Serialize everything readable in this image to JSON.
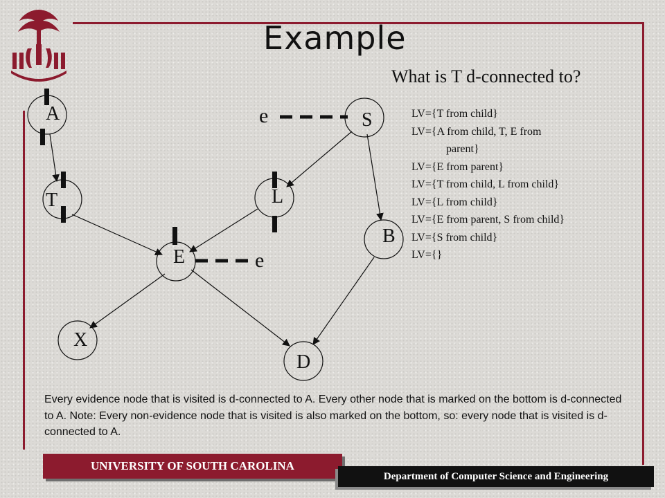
{
  "slide": {
    "title": "Example",
    "question": "What is T d-connected to?"
  },
  "lv_lines": [
    "LV={T from child}",
    "LV={A from child, T, E from",
    "parent}",
    "LV={E from parent}",
    "LV={T from child, L from child}",
    "LV={L from child}",
    "LV={E from parent, S from child}",
    "LV={S from child}",
    "LV={}"
  ],
  "graph": {
    "nodes": [
      "A",
      "T",
      "L",
      "S",
      "B",
      "E",
      "X",
      "D"
    ],
    "edges": [
      [
        "A",
        "T"
      ],
      [
        "T",
        "E"
      ],
      [
        "L",
        "E"
      ],
      [
        "S",
        "L"
      ],
      [
        "S",
        "B"
      ],
      [
        "E",
        "X"
      ],
      [
        "E",
        "D"
      ],
      [
        "B",
        "D"
      ]
    ],
    "evidence_label": "e",
    "evidence_nodes": [
      "S",
      "E"
    ]
  },
  "footnote": "Every evidence node that is visited is d-connected to A.  Every other node that is marked on the bottom is d-connected to A.  Note: Every non-evidence node that is visited is also marked on the bottom, so: every node that is visited is d-connected to A.",
  "footer": {
    "university": "UNIVERSITY OF SOUTH CAROLINA",
    "department": "Department of Computer Science and Engineering"
  },
  "colors": {
    "garnet": "#8c1b2e",
    "black": "#111111"
  }
}
